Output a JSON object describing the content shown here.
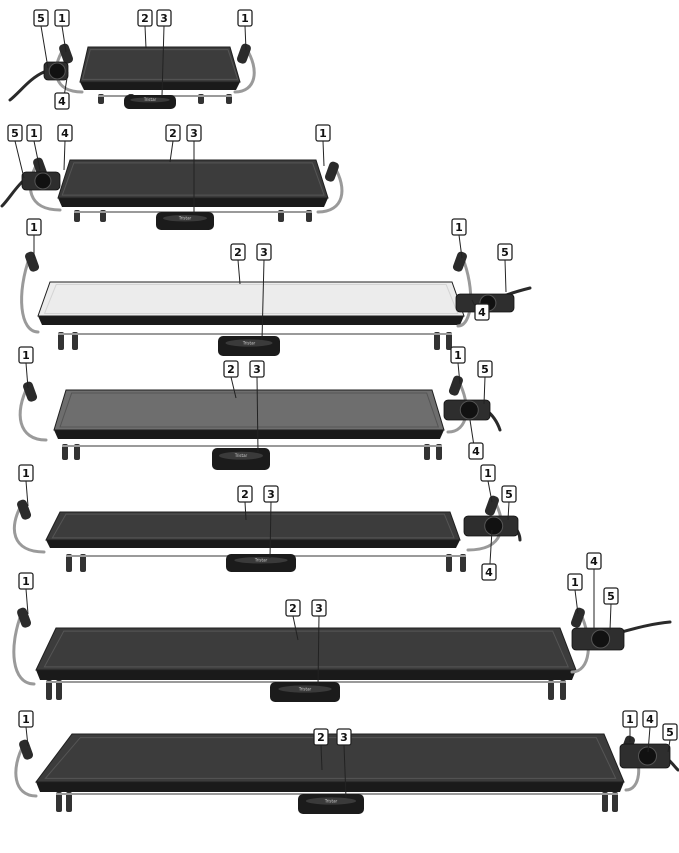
{
  "colors": {
    "dark_plate": "#3c3c3c",
    "mid_plate": "#6e6e6e",
    "white_plate": "#ececec",
    "chrome": "#9a9a9a"
  },
  "callouts": {
    "c1": "1",
    "c2": "2",
    "c3": "3",
    "c4": "4",
    "c5": "5"
  },
  "tray_brand": "Tristar"
}
